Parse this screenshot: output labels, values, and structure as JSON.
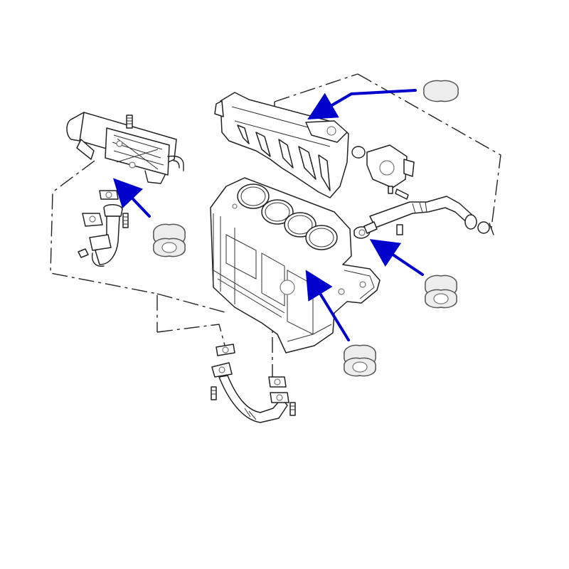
{
  "diagram": {
    "arrow_color": "#0000cc",
    "plate_fill": "#ededed",
    "line_color": "#222222",
    "components": [
      "egr-cooler",
      "intake-manifold",
      "engine-block",
      "egr-pipe-lower",
      "egr-pipe-right",
      "egr-blanking-plate",
      "egr-gasket"
    ]
  }
}
